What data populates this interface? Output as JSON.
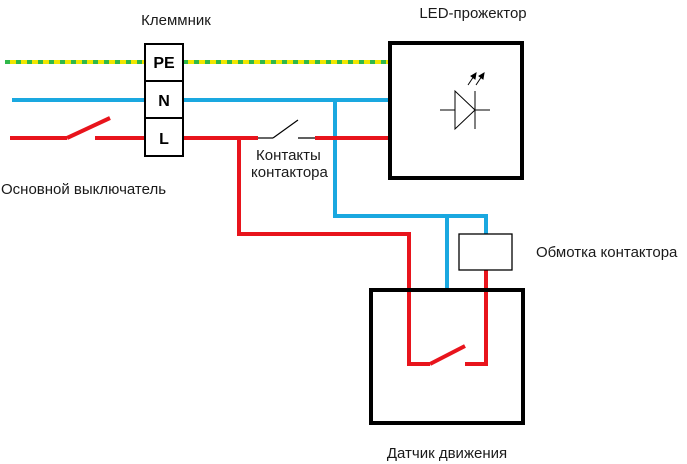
{
  "labels": {
    "terminal_block": "Клеммник",
    "led_floodlight": "LED-прожектор",
    "main_switch": "Основной выключатель",
    "contactor_contacts_line1": "Контакты",
    "contactor_contacts_line2": "контактора",
    "contactor_coil": "Обмотка контактора",
    "motion_sensor": "Датчик движения"
  },
  "terminals": [
    "PE",
    "N",
    "L"
  ],
  "colors": {
    "phase": "#e8141c",
    "neutral": "#1aa8e0",
    "ground_yellow": "#f2e600",
    "ground_green": "#2fb84a",
    "outline": "#000000"
  },
  "icons": {
    "led": "led-diode-icon"
  }
}
